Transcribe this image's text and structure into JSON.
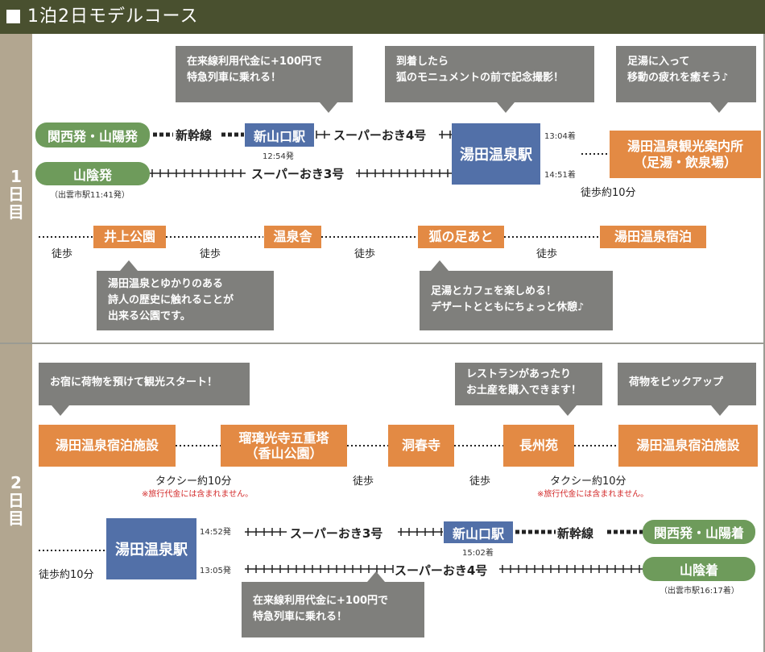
{
  "header": {
    "title": "1泊2日モデルコース"
  },
  "day1": {
    "label": [
      "1",
      "日",
      "目"
    ],
    "bubbles": [
      "在来線利用代金に+100円で\n特急列車に乗れる！",
      "到着したら\n狐のモニュメントの前で記念撮影！",
      "足湯に入って\n移動の疲れを癒そう♪",
      "湯田温泉とゆかりのある\n詩人の歴史に触れることが\n出来る公園です。",
      "足湯とカフェを楽しめる！\nデザートとともにちょっと休憩♪"
    ],
    "start_kansai": "関西発・山陽発",
    "shinkansen": "新幹線",
    "shinyamaguchi": "新山口駅",
    "shinyamaguchi_time": "12:54発",
    "super_oki_4": "スーパーおき4号",
    "yuda_station": "湯田温泉駅",
    "arrive_time_1": "13:04着",
    "arrive_time_2": "14:51着",
    "start_sanin": "山陰発",
    "sanin_note": "（出雲市駅11:41発）",
    "super_oki_3": "スーパーおき3号",
    "tourist_info": "湯田温泉観光案内所\n（足湯・飲泉場）",
    "walk_10": "徒歩約10分",
    "stops": [
      "井上公園",
      "温泉舎",
      "狐の足あと",
      "湯田温泉宿泊"
    ],
    "walk": "徒歩"
  },
  "day2": {
    "label": [
      "2",
      "日",
      "目"
    ],
    "bubbles": [
      "お宿に荷物を預けて観光スタート！",
      "レストランがあったり\nお土産を購入できます！",
      "荷物をピックアップ",
      "在来線利用代金に+100円で\n特急列車に乗れる！"
    ],
    "stops": [
      "湯田温泉宿泊施設",
      "瑠璃光寺五重塔\n（香山公園）",
      "洞春寺",
      "長州苑",
      "湯田温泉宿泊施設"
    ],
    "taxi": "タクシー約10分",
    "taxi_note": "※旅行代金には含まれません。",
    "walk": "徒歩",
    "yuda_station": "湯田温泉駅",
    "depart_time_1": "14:52発",
    "depart_time_2": "13:05発",
    "super_oki_3": "スーパーおき3号",
    "super_oki_4": "スーパーおき4号",
    "shinyamaguchi": "新山口駅",
    "shinyamaguchi_time": "15:02着",
    "shinkansen": "新幹線",
    "end_kansai": "関西発・山陽着",
    "end_sanin": "山陰着",
    "sanin_note": "（出雲市駅16:17着）",
    "walk_10": "徒歩約10分"
  },
  "colors": {
    "header": "#49502f",
    "orange": "#e38a44",
    "blue": "#5270a8",
    "green": "#6e9b5b",
    "bubble": "#7f7f7c",
    "sidebar": "#b2a690"
  }
}
